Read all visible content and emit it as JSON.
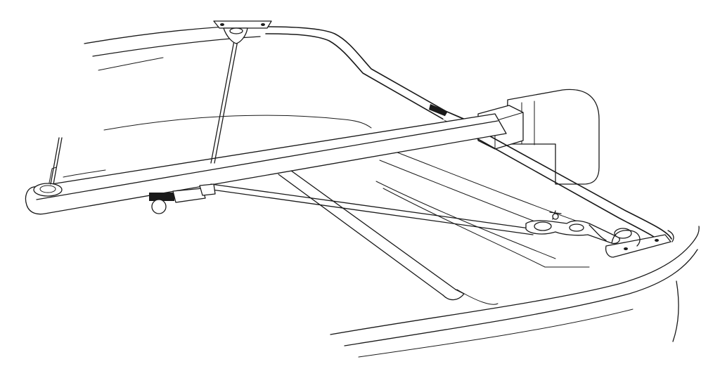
{
  "figure": {
    "background_color": "#ffffff",
    "line_color": "#1a1a1a",
    "parts": [
      {
        "name": "hull-gunwale",
        "icon": "hull-outline"
      },
      {
        "name": "bow-rail",
        "icon": "rail-tube"
      },
      {
        "name": "boom-spar",
        "icon": "spar-tube"
      },
      {
        "name": "masthead-fitting",
        "icon": "top-fitting"
      },
      {
        "name": "vertical-stay",
        "icon": "stay-line"
      },
      {
        "name": "diagonal-stay",
        "icon": "stay-line"
      },
      {
        "name": "bow-eye-fitting",
        "icon": "eye-plate"
      },
      {
        "name": "snap-shackle",
        "icon": "shackle"
      },
      {
        "name": "spar-clamp",
        "icon": "clamp"
      },
      {
        "name": "outboard-bracket",
        "icon": "bracket"
      }
    ]
  }
}
